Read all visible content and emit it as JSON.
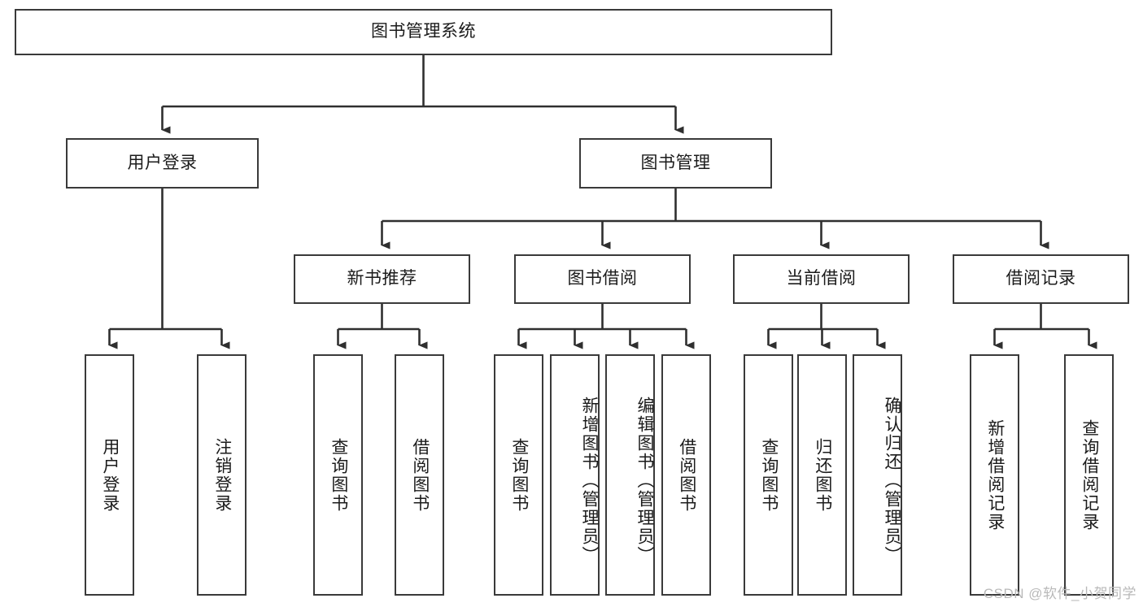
{
  "diagram": {
    "type": "tree-hierarchy",
    "title": "图书管理系统",
    "orientation": "top-down",
    "levels": 4,
    "root": {
      "label": "图书管理系统",
      "id": "root"
    },
    "level2": [
      {
        "id": "user-login",
        "label": "用户登录"
      },
      {
        "id": "book-manage",
        "label": "图书管理"
      }
    ],
    "level3": [
      {
        "id": "new-book-rec",
        "label": "新书推荐",
        "parent": "book-manage"
      },
      {
        "id": "book-borrow",
        "label": "图书借阅",
        "parent": "book-manage"
      },
      {
        "id": "current-borrow",
        "label": "当前借阅",
        "parent": "book-manage"
      },
      {
        "id": "borrow-record",
        "label": "借阅记录",
        "parent": "book-manage"
      }
    ],
    "leaves": [
      {
        "id": "leaf-user-login",
        "label": "用户登录",
        "parent": "user-login"
      },
      {
        "id": "leaf-logout",
        "label": "注销登录",
        "parent": "user-login"
      },
      {
        "id": "leaf-query-book-1",
        "label": "查询图书",
        "parent": "new-book-rec"
      },
      {
        "id": "leaf-borrow-book-1",
        "label": "借阅图书",
        "parent": "new-book-rec"
      },
      {
        "id": "leaf-query-book-2",
        "label": "查询图书",
        "parent": "book-borrow"
      },
      {
        "id": "leaf-add-book",
        "label": "新增图书（管理员）",
        "parent": "book-borrow"
      },
      {
        "id": "leaf-edit-book",
        "label": "编辑图书（管理员）",
        "parent": "book-borrow"
      },
      {
        "id": "leaf-borrow-book-2",
        "label": "借阅图书",
        "parent": "book-borrow"
      },
      {
        "id": "leaf-query-book-3",
        "label": "查询图书",
        "parent": "current-borrow"
      },
      {
        "id": "leaf-return-book",
        "label": "归还图书",
        "parent": "current-borrow"
      },
      {
        "id": "leaf-confirm-return",
        "label": "确认归还（管理员）",
        "parent": "current-borrow"
      },
      {
        "id": "leaf-add-record",
        "label": "新增借阅记录",
        "parent": "borrow-record"
      },
      {
        "id": "leaf-query-record",
        "label": "查询借阅记录",
        "parent": "borrow-record"
      }
    ]
  },
  "watermark": {
    "text": "CSDN @软件_小贺同学"
  },
  "colors": {
    "border": "#3a3a3a",
    "text": "#1b1b1b",
    "background": "#ffffff",
    "connector": "#2f2f2f",
    "watermark": "#b9b9b9"
  }
}
